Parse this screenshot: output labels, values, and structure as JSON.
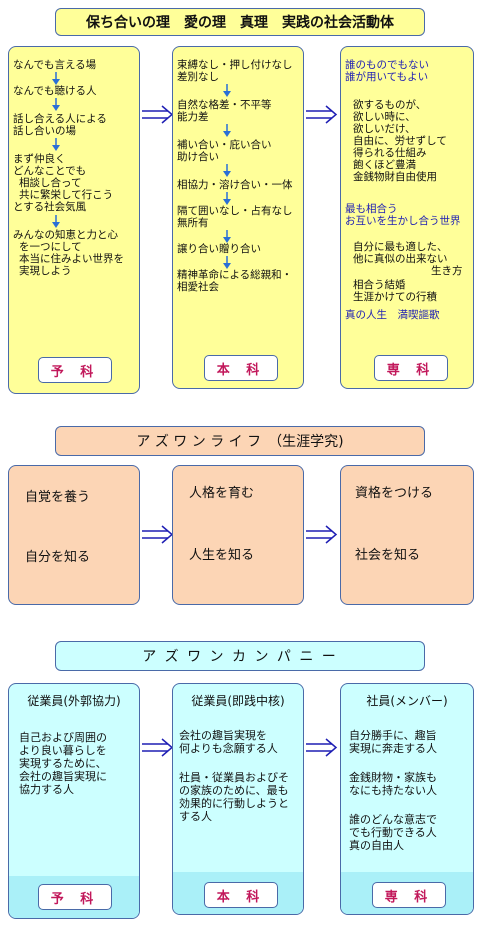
{
  "section1": {
    "title": "保ち合いの理　愛の理　真理　実践の社会活動体",
    "col1": {
      "lines": [
        "なんでも言える場",
        "なんでも聴ける人",
        "話し合える人による",
        "話し合いの場",
        "まず仲良く",
        "どんなことでも",
        "相談し合って",
        "共に繁栄して行こう",
        "とする社会気風",
        "みんなの知恵と力と心",
        "を一つにして",
        "本当に住みよい世界を",
        "実現しよう"
      ],
      "button": "予 科"
    },
    "col2": {
      "lines": [
        "束縛なし・押し付けなし",
        "差別なし",
        "自然な格差・不平等",
        "能力差",
        "補い合い・庇い合い",
        "助け合い",
        "相協力・溶け合い・一体",
        "隔て囲いなし・占有なし",
        "無所有",
        "譲り合い贈り合い",
        "精神革命による総親和・",
        "相愛社会"
      ],
      "button": "本 科"
    },
    "col3": {
      "lines": [
        "誰のものでもない",
        "誰が用いてもよい",
        "欲するものが、",
        "欲しい時に、",
        "欲しいだけ、",
        "自由に、労せずして",
        "得られる仕組み",
        "飽くほど豊満",
        "金銭物財自由使用",
        "最も相合う",
        "お互いを生かし合う世界",
        "自分に最も適した、",
        "他に真似の出来ない",
        "生き方",
        "相合う結婚",
        "生涯かけての行積",
        "真の人生　満喫謳歌"
      ],
      "button": "専 科"
    }
  },
  "section2": {
    "title": "ア ズ ワ ン ラ イ フ　（生涯学究)",
    "col1": [
      "自覚を養う",
      "自分を知る"
    ],
    "col2": [
      "人格を育む",
      "人生を知る"
    ],
    "col3": [
      "資格をつける",
      "社会を知る"
    ]
  },
  "section3": {
    "title": "ア ズ ワ ン カ ン パ ニ ー",
    "col1": {
      "heading": "従業員(外郭協力)",
      "lines": [
        "自己および周囲の",
        "より良い暮らしを",
        "実現するために、",
        "会社の趣旨実現に",
        "協力する人"
      ],
      "button": "予 科"
    },
    "col2": {
      "heading": "従業員(即践中核)",
      "lines": [
        "会社の趣旨実現を",
        "何よりも念願する人",
        "社員・従業員およびそ",
        "の家族のために、最も",
        "効果的に行動しようと",
        "する人"
      ],
      "button": "本 科"
    },
    "col3": {
      "heading": "社員(メンバー)",
      "lines": [
        "自分勝手に、趣旨",
        "実現に奔走する人",
        "金銭財物・家族も",
        "なにも持たない人",
        "誰のどんな意志で",
        "でも行動できる人",
        "真の自由人"
      ],
      "button": "専 科"
    }
  },
  "colors": {
    "yellow": "#ffff99",
    "peach": "#fcd5b5",
    "cyan": "#ccffff",
    "cyan_bottom": "#aaf0f8",
    "border": "#4a6aa8",
    "arrow": "#1f1fb4",
    "label_pink": "#c2185b"
  },
  "icons": [
    "arrow-down-icon",
    "arrow-right-icon"
  ]
}
